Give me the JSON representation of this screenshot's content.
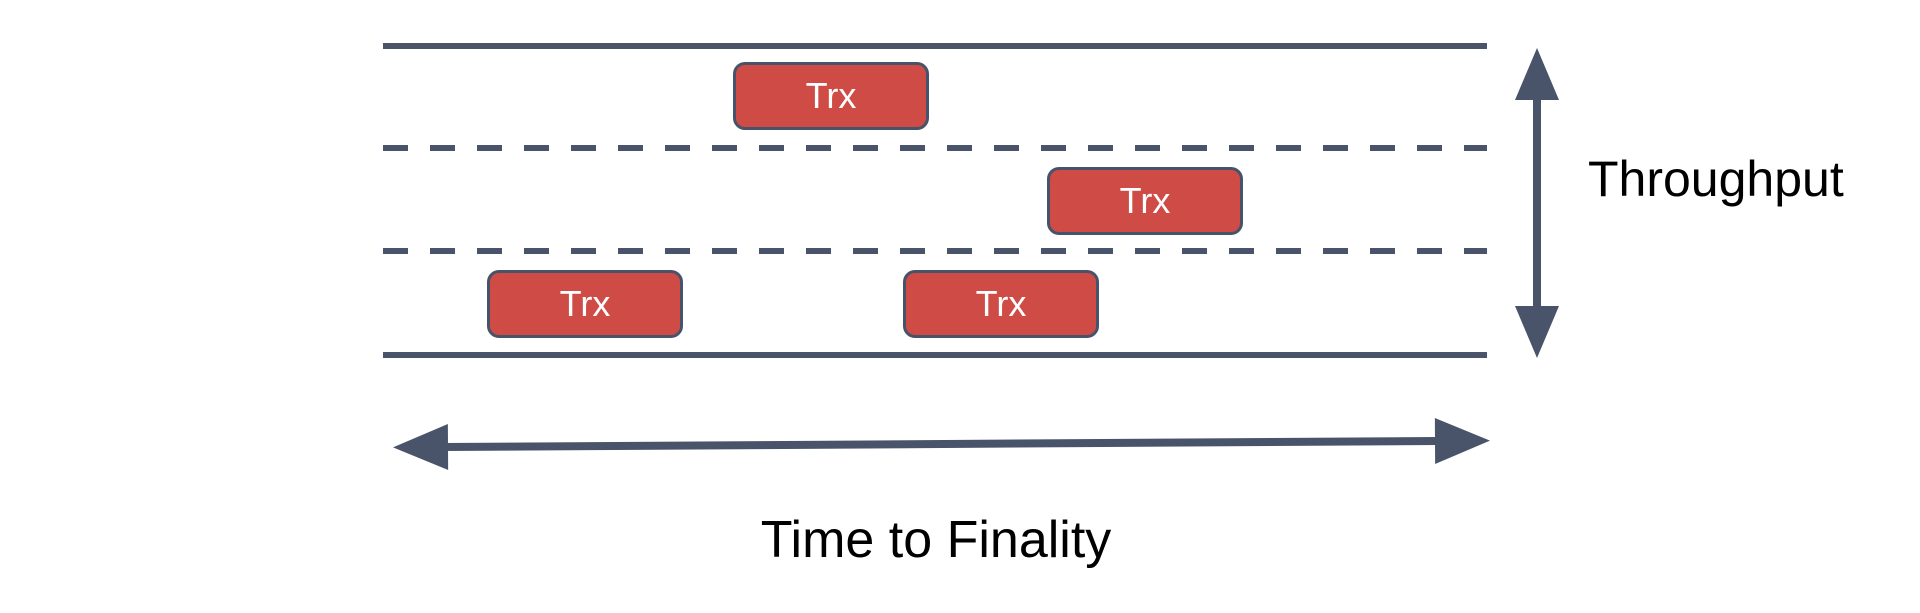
{
  "diagram": {
    "axis_labels": {
      "vertical": "Throughput",
      "horizontal": "Time to Finality"
    },
    "transactions": [
      {
        "label": "Trx",
        "lane": "top"
      },
      {
        "label": "Trx",
        "lane": "middle"
      },
      {
        "label": "Trx",
        "lane": "bottom-left"
      },
      {
        "label": "Trx",
        "lane": "bottom-right"
      }
    ],
    "lanes": {
      "count": 3,
      "boundary_style": "solid outer lines, dashed inner dividers"
    },
    "icons": {
      "vertical_axis": "double-headed-vertical-arrow",
      "horizontal_axis": "double-headed-horizontal-arrow"
    },
    "colors": {
      "line": "#49546A",
      "box_fill": "#CF4B45",
      "box_border": "#47536B",
      "box_text": "#FFFFFF",
      "label_text": "#000000",
      "background": "#FFFFFF"
    }
  }
}
